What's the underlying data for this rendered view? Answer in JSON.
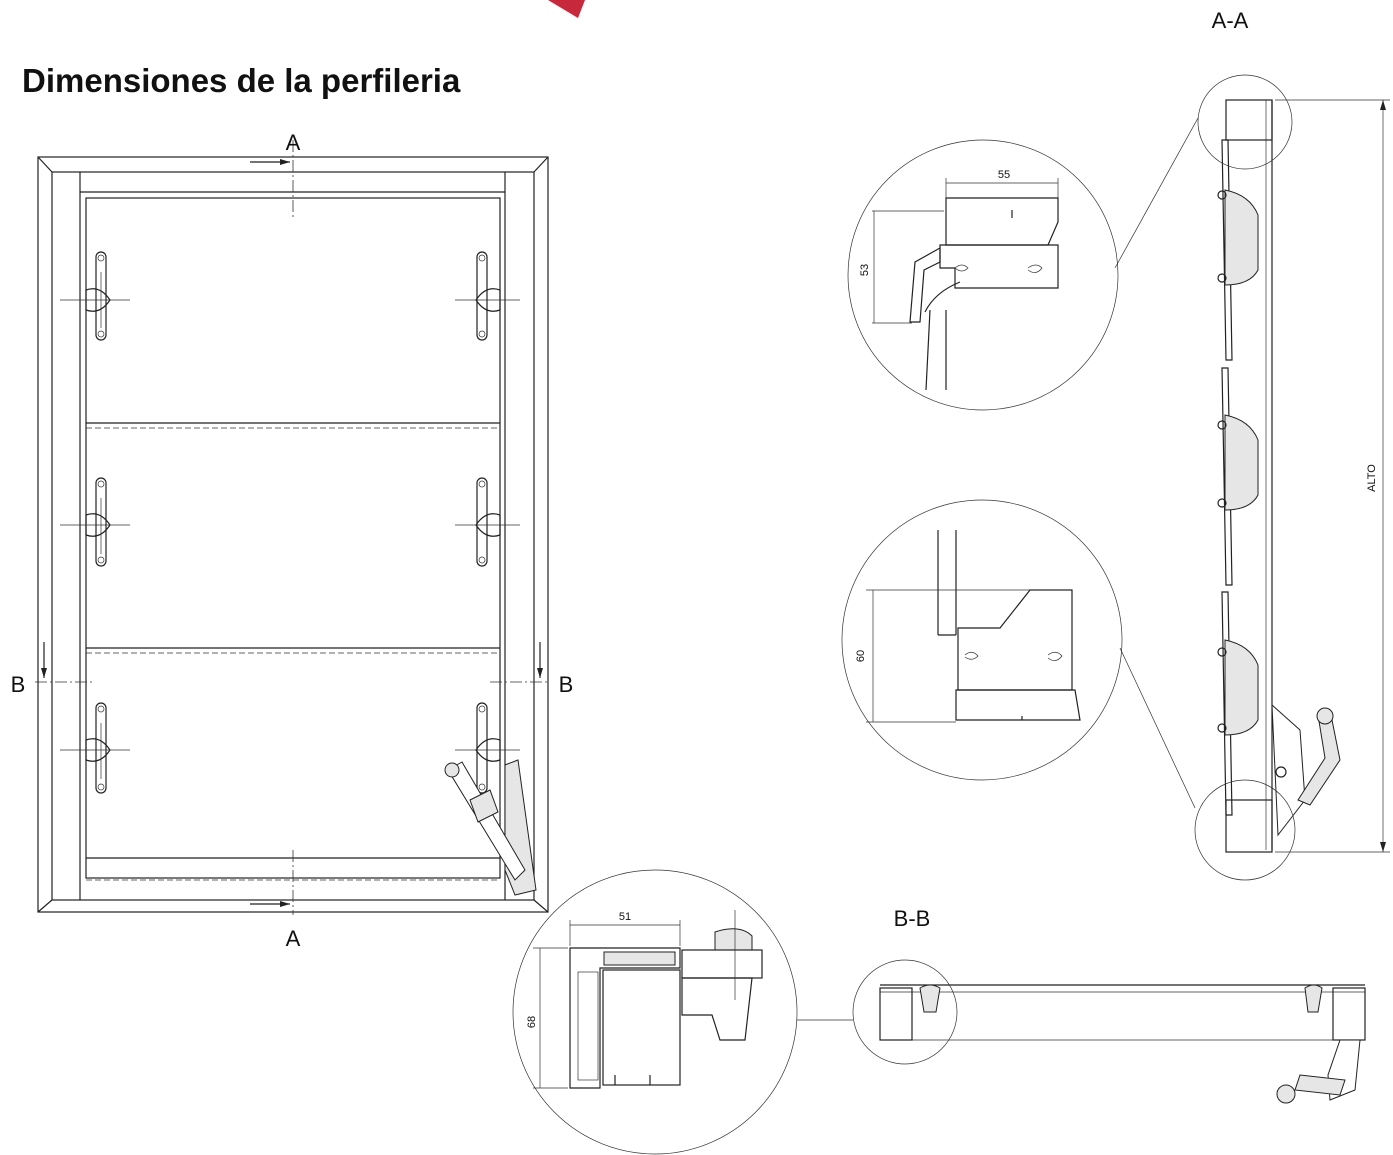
{
  "title": "Dimensiones de la perfileria",
  "section_labels": {
    "a_top": "A",
    "a_bottom": "A",
    "b_left": "B",
    "b_right": "B",
    "section_aa": "A-A",
    "section_bb": "B-B"
  },
  "dimensions": {
    "top_width": "55",
    "top_height": "53",
    "bottom_height": "60",
    "side_width": "51",
    "side_height": "68",
    "overall_height": "ALTO"
  },
  "icons": {
    "brand_mark": "red-corner-mark"
  },
  "colors": {
    "line": "#222222",
    "fill": "#e6e6e6",
    "accent": "#c8283c"
  }
}
